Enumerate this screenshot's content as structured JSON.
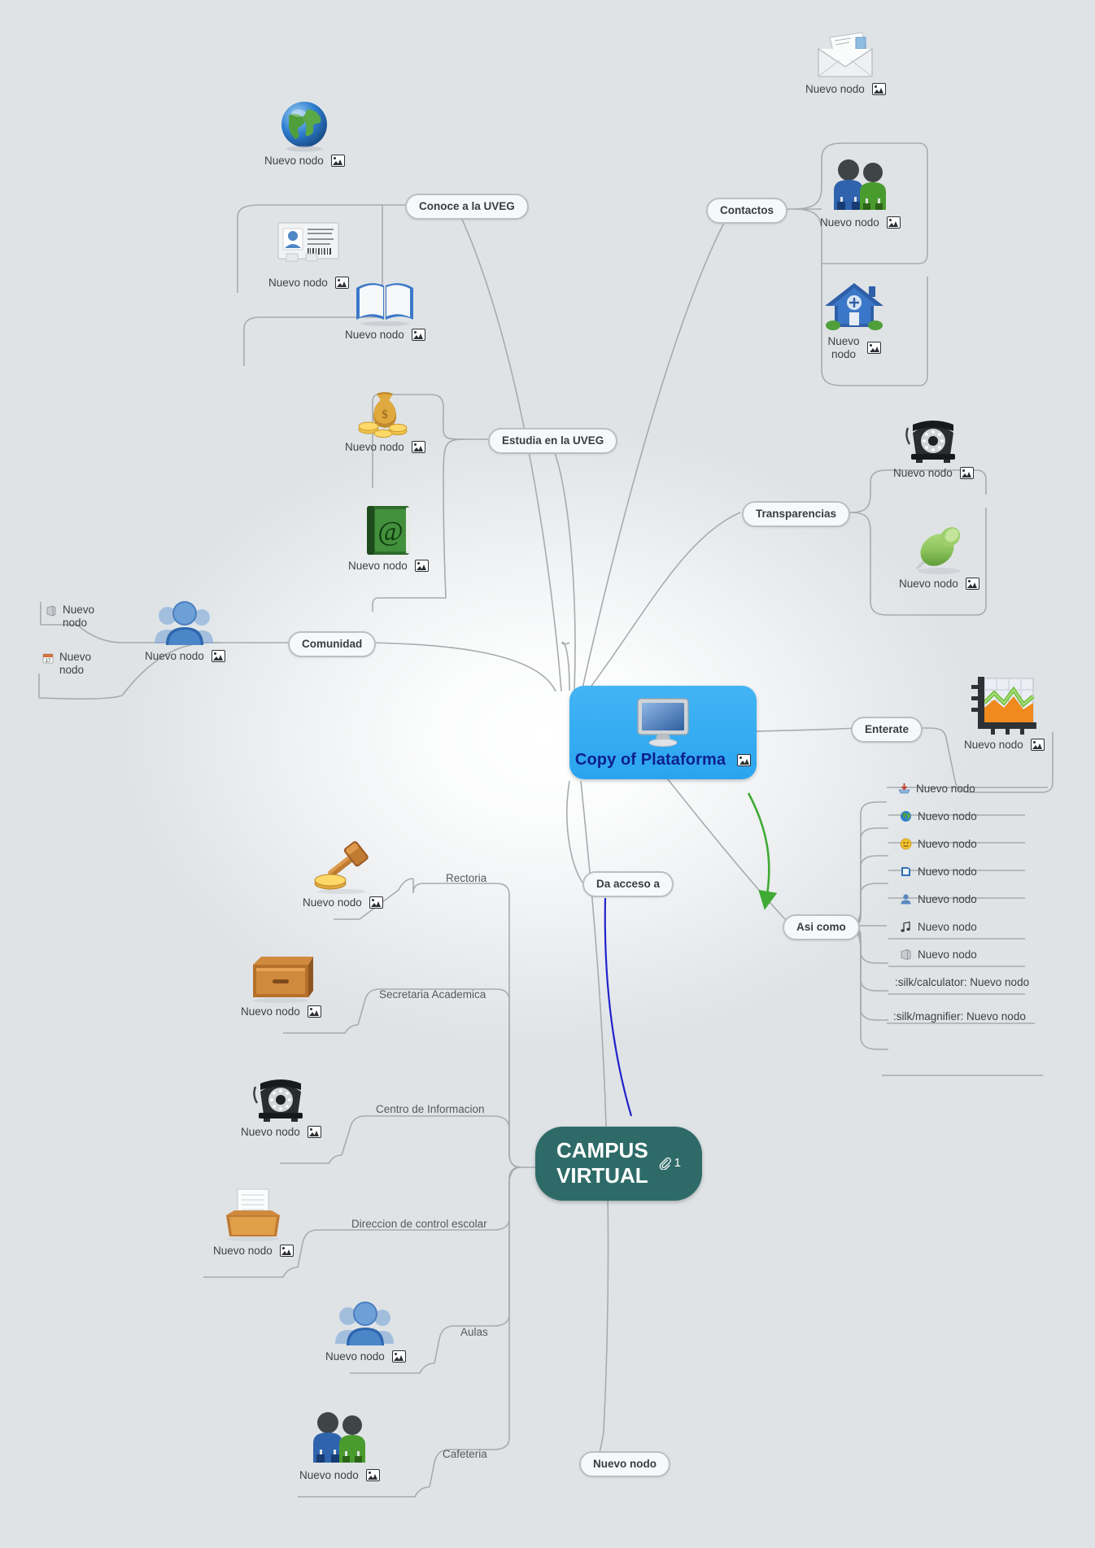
{
  "app": {
    "background_color": "#dfe3e6",
    "root_color": "#35acf2",
    "campus_color": "#2e6b68",
    "link_color": "#a8abae"
  },
  "root": {
    "label": "Copy of Plataforma",
    "icon": "monitor-icon",
    "badge": "image-attachment"
  },
  "campus": {
    "label": "CAMPUS\nVIRTUAL",
    "attachment_count": "1",
    "attachment_icon": "paperclip-icon"
  },
  "branches": {
    "conoce": {
      "label": "Conoce a la UVEG"
    },
    "estudia": {
      "label": "Estudia en la UVEG"
    },
    "comunidad": {
      "label": "Comunidad"
    },
    "contactos": {
      "label": "Contactos"
    },
    "transparencias": {
      "label": "Transparencias"
    },
    "enterate": {
      "label": "Enterate"
    },
    "asicomo": {
      "label": "Asi como"
    },
    "daacceso": {
      "label": "Da acceso a"
    },
    "bottomnode": {
      "label": "Nuevo nodo"
    }
  },
  "conoce_children": [
    {
      "label": "Nuevo nodo",
      "icon": "globe-icon",
      "badge": "image-attachment"
    },
    {
      "label": "Nuevo nodo",
      "icon": "id-card-icon",
      "badge": "image-attachment"
    },
    {
      "label": "Nuevo nodo",
      "icon": "open-book-icon",
      "badge": "image-attachment"
    }
  ],
  "estudia_children": [
    {
      "label": "Nuevo nodo",
      "icon": "money-bag-icon",
      "badge": "image-attachment"
    },
    {
      "label": "Nuevo nodo",
      "icon": "email-book-icon",
      "badge": "image-attachment"
    }
  ],
  "comunidad_children": [
    {
      "label": "Nuevo nodo",
      "icon": "users-group-icon",
      "badge": "image-attachment"
    },
    {
      "label": "Nuevo nodo",
      "icon": "book-small-icon",
      "badge": ""
    },
    {
      "label": "Nuevo nodo",
      "icon": "calendar-17-icon",
      "badge": ""
    }
  ],
  "contactos_children": [
    {
      "label": "Nuevo nodo",
      "icon": "envelope-mail-icon",
      "badge": "image-attachment"
    },
    {
      "label": "Nuevo nodo",
      "icon": "two-people-icon",
      "badge": "image-attachment"
    },
    {
      "label": "Nuevo nodo",
      "icon": "house-icon",
      "badge": "image-attachment"
    }
  ],
  "transparencias_children": [
    {
      "label": "Nuevo nodo",
      "icon": "telephone-icon",
      "badge": "image-attachment"
    },
    {
      "label": "Nuevo nodo",
      "icon": "green-pushpin-icon",
      "badge": "image-attachment"
    }
  ],
  "enterate_children": [
    {
      "label": "Nuevo nodo",
      "icon": "chart-graph-icon",
      "badge": "image-attachment"
    }
  ],
  "asicomo_children": [
    {
      "label": "Nuevo nodo",
      "icon": "inbox-download-icon"
    },
    {
      "label": "Nuevo nodo",
      "icon": "globe-small-icon"
    },
    {
      "label": "Nuevo nodo",
      "icon": "smiley-face-icon"
    },
    {
      "label": "Nuevo nodo",
      "icon": "blue-folder-icon"
    },
    {
      "label": "Nuevo nodo",
      "icon": "user-silhouette-icon"
    },
    {
      "label": "Nuevo nodo",
      "icon": "music-note-icon"
    },
    {
      "label": "Nuevo nodo",
      "icon": "grey-book-icon"
    },
    {
      "label": ":silk/calculator: Nuevo nodo",
      "icon": ""
    },
    {
      "label": ":silk/magnifier: Nuevo nodo",
      "icon": ""
    }
  ],
  "campus_children": [
    {
      "label": "Rectoria",
      "leaf": "Nuevo nodo",
      "icon": "gavel-icon",
      "badge": "image-attachment"
    },
    {
      "label": "Secretaria Academica",
      "leaf": "Nuevo nodo",
      "icon": "drawer-box-icon",
      "badge": "image-attachment"
    },
    {
      "label": "Centro de Informacion",
      "leaf": "Nuevo nodo",
      "icon": "telephone-icon",
      "badge": "image-attachment"
    },
    {
      "label": "Direccion de control escolar",
      "leaf": "Nuevo nodo",
      "icon": "paper-tray-icon",
      "badge": "image-attachment"
    },
    {
      "label": "Aulas",
      "leaf": "Nuevo nodo",
      "icon": "users-group-icon",
      "badge": "image-attachment"
    },
    {
      "label": "Cafeteria",
      "leaf": "Nuevo nodo",
      "icon": "two-people-icon",
      "badge": "image-attachment"
    }
  ]
}
